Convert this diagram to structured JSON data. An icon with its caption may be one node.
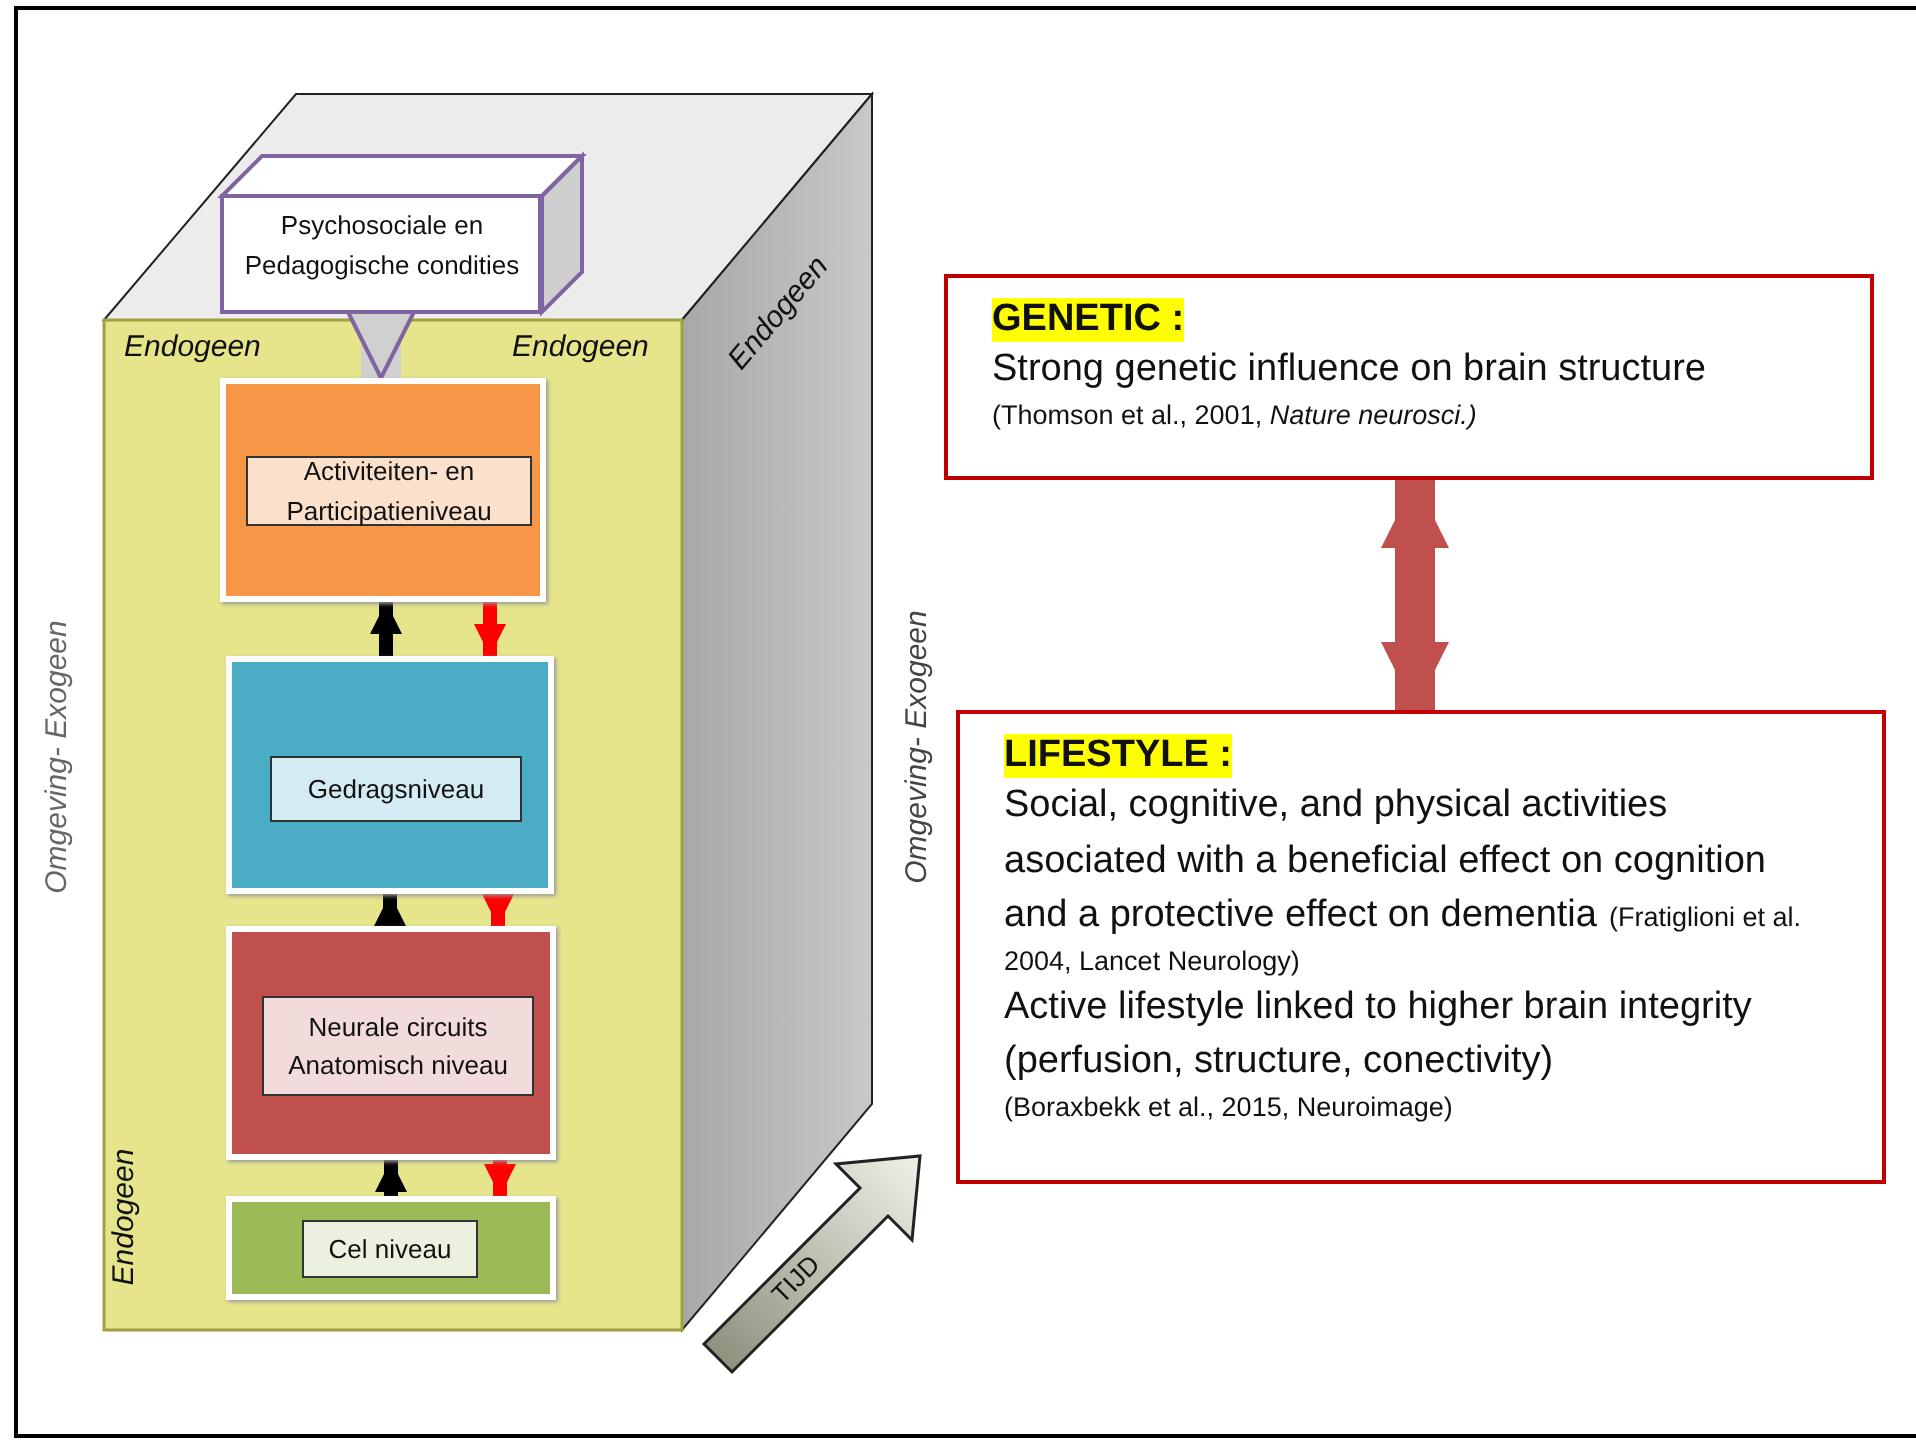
{
  "diagram": {
    "nodes": [
      {
        "text": [
          "Psychosociale en Pedagogische condities"
        ]
      },
      {
        "text": [
          "Activiteiten- en Participatieniveau"
        ]
      },
      {
        "text": [
          "Gedragsniveau"
        ]
      },
      {
        "text": [
          "Neurale circuits Anatomisch niveau"
        ]
      },
      {
        "text": [
          "Cel niveau"
        ]
      },
      {
        "text": [
          "GENETIC :",
          "Strong genetic influence on brain structure",
          "(Thomson et al., 2001, *Nature neurosci.)*"
        ]
      },
      {
        "text": [
          "LIFESTYLE :",
          "Social, cognitive, and physical activities asociated with a beneficial effect on cognition and a protective effect on dementia",
          "(Fratiglioni et al. 2004, Lancet Neurology)",
          "Active lifestyle linked to higher brain integrity (perfusion, structure, conectivity)",
          "(Boraxbekk et al., 2015, Neuroimage)"
        ]
      }
    ],
    "edges": [
      {
        "from": 0,
        "to": 1,
        "arrow": "to",
        "style": "thick",
        "color": "#d0d0d0"
      },
      {
        "from": 2,
        "to": 1,
        "arrow": "to",
        "color": "#000000"
      },
      {
        "from": 1,
        "to": 2,
        "arrow": "to",
        "color": "#ff0000"
      },
      {
        "from": 3,
        "to": 2,
        "arrow": "to",
        "color": "#000000"
      },
      {
        "from": 2,
        "to": 3,
        "arrow": "to",
        "color": "#ff0000"
      },
      {
        "from": 4,
        "to": 3,
        "arrow": "to",
        "color": "#000000"
      },
      {
        "from": 3,
        "to": 4,
        "arrow": "to",
        "color": "#ff0000"
      },
      {
        "from": 5,
        "to": 6,
        "arrow": "both",
        "style": "thick",
        "color": "#c0504d"
      }
    ],
    "labels": [
      "Endogeen",
      "Endogeen",
      "Endogeen",
      "Omgeving- Exogeen",
      "Omgeving- Exogeen",
      "Endogeen",
      "TIJD"
    ]
  }
}
